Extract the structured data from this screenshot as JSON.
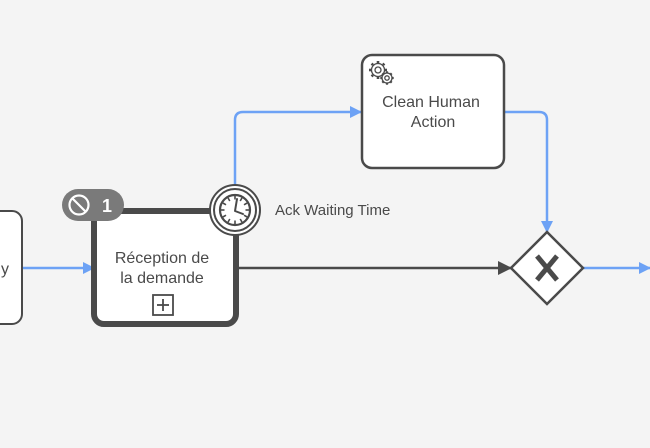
{
  "diagram": {
    "colors": {
      "background": "#f4f4f4",
      "stroke": "#4a4a4a",
      "task_fill": "#ffffff",
      "flow_active": "#6da2f5",
      "flow_default": "#4a4a4a",
      "badge_fill": "#7a7a7a",
      "badge_text": "#ffffff",
      "label_text": "#4a4a4a"
    },
    "left_task": {
      "label_fragment": "y"
    },
    "subprocess": {
      "label_line1": "Réception de",
      "label_line2": "la demande",
      "marker_icon": "expand-plus-icon"
    },
    "badge": {
      "icon": "cancel-icon",
      "count": "1"
    },
    "boundary_event": {
      "icon": "timer-clock-icon",
      "label": "Ack Waiting Time"
    },
    "service_task": {
      "icon": "gear-icon",
      "label_line1": "Clean Human",
      "label_line2": "Action"
    },
    "gateway": {
      "icon": "exclusive-x-icon"
    }
  }
}
